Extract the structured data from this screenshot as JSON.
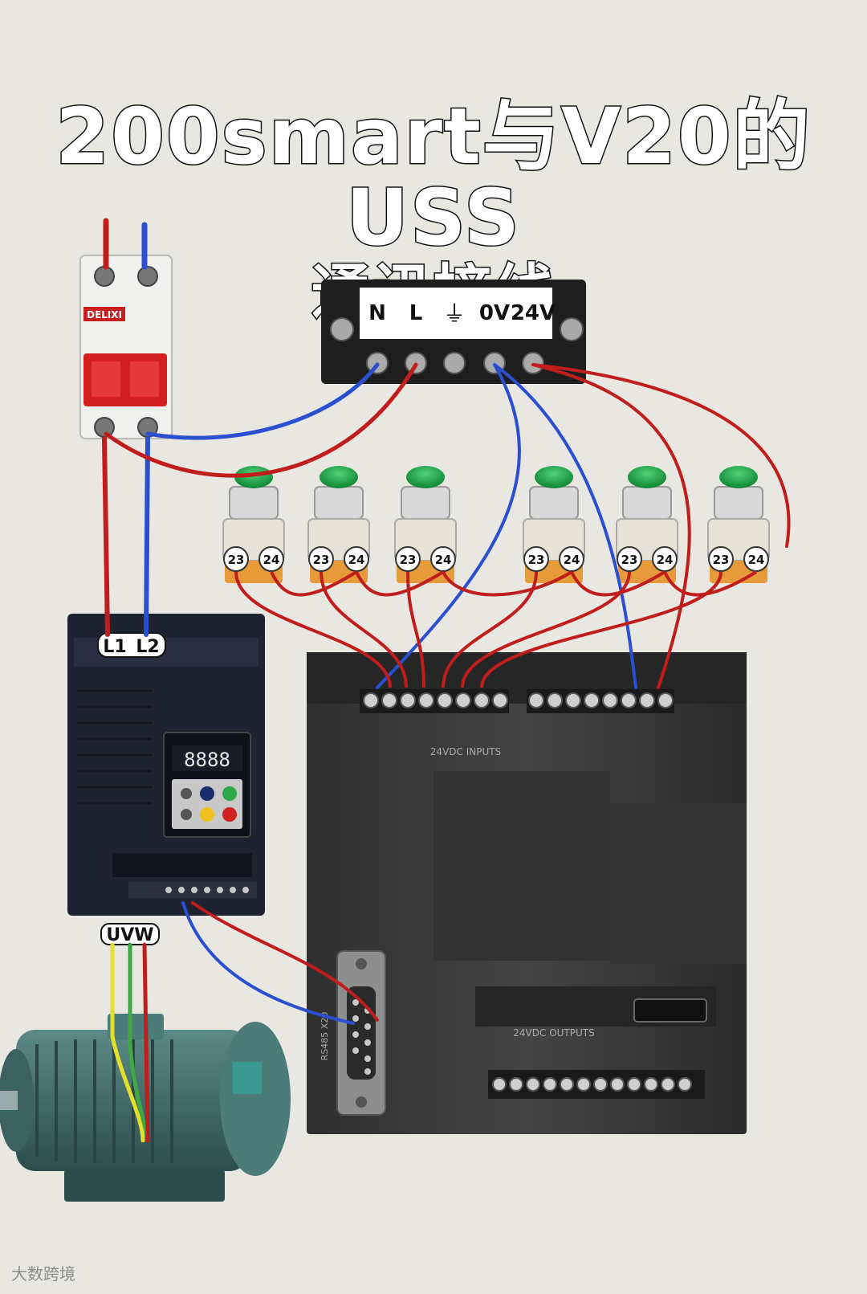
{
  "title": {
    "line1": "200smart与V20的USS",
    "line2": "通讯接线"
  },
  "power_supply": {
    "terminals": [
      "N",
      "L",
      "⏚",
      "0V",
      "24V"
    ]
  },
  "breaker": {
    "brand": "DELIXI"
  },
  "buttons": {
    "count": 6,
    "terminal_a": "23",
    "terminal_b": "24"
  },
  "inverter": {
    "input_label_l1": "L1",
    "input_label_l2": "L2",
    "output_label": "UVW",
    "display": "8888"
  },
  "plc": {
    "inputs_label": "24VDC INPUTS",
    "outputs_label": "24VDC OUTPUTS",
    "port_label": "RS485 X20"
  },
  "watermark": "大数跨境",
  "colors": {
    "wire_red": "#c01d1d",
    "wire_blue": "#2a4fd0",
    "wire_yellow": "#e4de2c",
    "wire_green": "#3fa845",
    "motor": "#3f6a68",
    "inverter": "#1f2230",
    "plc": "#3a3a3a",
    "button_cap": "#22a24a"
  }
}
